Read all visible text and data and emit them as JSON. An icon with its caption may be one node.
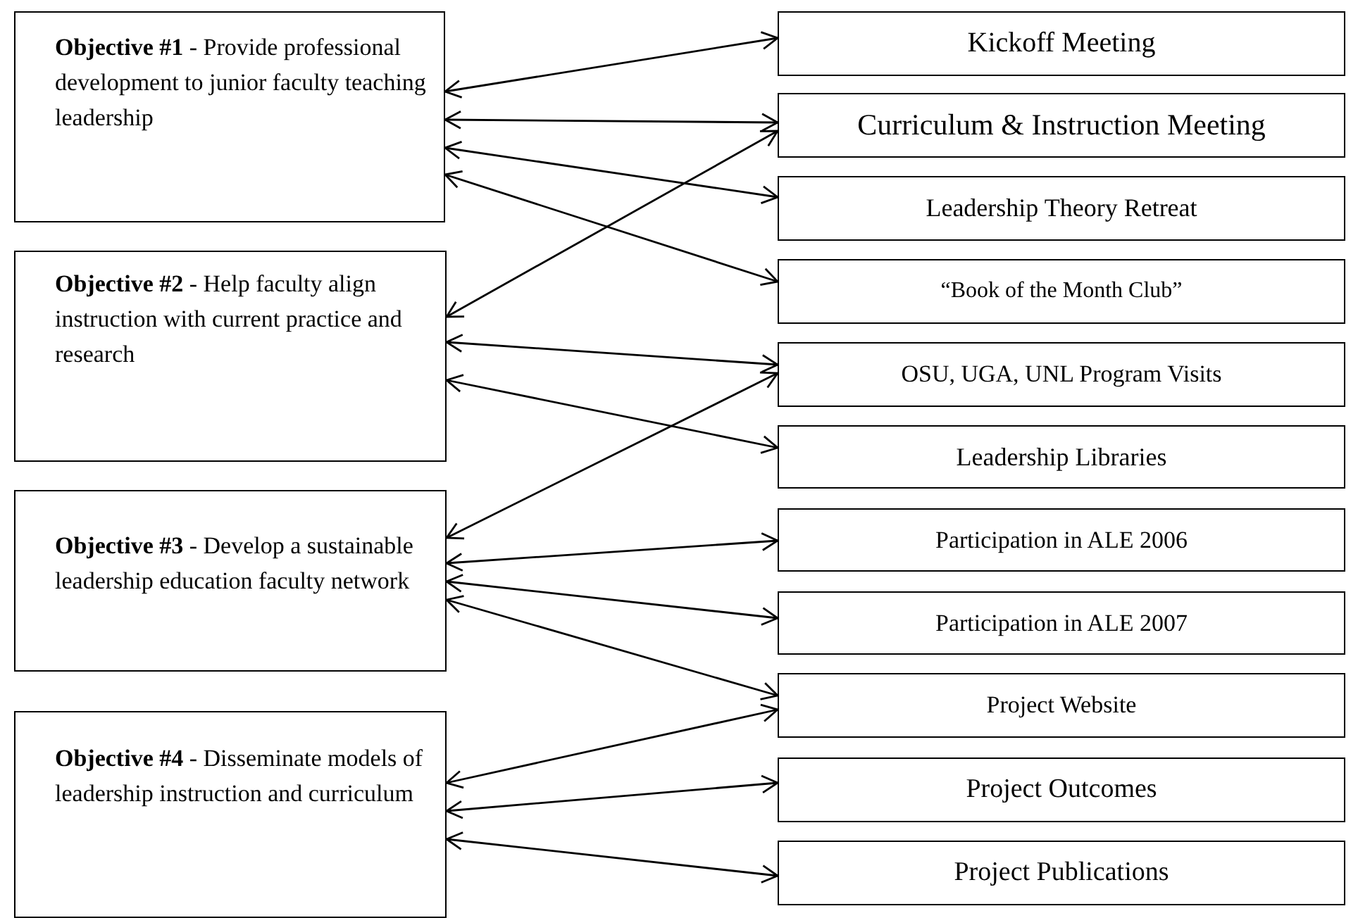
{
  "diagram": {
    "nodes": [
      {
        "text": [
          "**Objective #1** - Provide professional development to junior faculty teaching leadership"
        ]
      },
      {
        "text": [
          "**Objective #2** - Help faculty align instruction with current practice and research"
        ]
      },
      {
        "text": [
          "**Objective #3** - Develop a sustainable leadership education faculty network"
        ]
      },
      {
        "text": [
          "**Objective #4** - Disseminate models of leadership instruction and curriculum"
        ]
      },
      {
        "text": [
          "Kickoff Meeting"
        ]
      },
      {
        "text": [
          "Curriculum & Instruction Meeting"
        ]
      },
      {
        "text": [
          "Leadership Theory Retreat"
        ]
      },
      {
        "text": [
          "“Book of the Month Club”"
        ]
      },
      {
        "text": [
          "OSU, UGA, UNL Program Visits"
        ]
      },
      {
        "text": [
          "Leadership Libraries"
        ]
      },
      {
        "text": [
          "Participation in ALE 2006"
        ]
      },
      {
        "text": [
          "Participation in ALE 2007"
        ]
      },
      {
        "text": [
          "Project Website"
        ]
      },
      {
        "text": [
          "Project Outcomes"
        ]
      },
      {
        "text": [
          "Project Publications"
        ]
      }
    ],
    "edges": [
      {
        "from": 0,
        "to": 4,
        "arrow": "both"
      },
      {
        "from": 0,
        "to": 5,
        "arrow": "both"
      },
      {
        "from": 0,
        "to": 6,
        "arrow": "both"
      },
      {
        "from": 0,
        "to": 7,
        "arrow": "both"
      },
      {
        "from": 1,
        "to": 5,
        "arrow": "both"
      },
      {
        "from": 1,
        "to": 8,
        "arrow": "both"
      },
      {
        "from": 1,
        "to": 9,
        "arrow": "both"
      },
      {
        "from": 2,
        "to": 8,
        "arrow": "both"
      },
      {
        "from": 2,
        "to": 10,
        "arrow": "both"
      },
      {
        "from": 2,
        "to": 11,
        "arrow": "both"
      },
      {
        "from": 2,
        "to": 12,
        "arrow": "both"
      },
      {
        "from": 3,
        "to": 12,
        "arrow": "both"
      },
      {
        "from": 3,
        "to": 13,
        "arrow": "both"
      },
      {
        "from": 3,
        "to": 14,
        "arrow": "both"
      }
    ]
  }
}
